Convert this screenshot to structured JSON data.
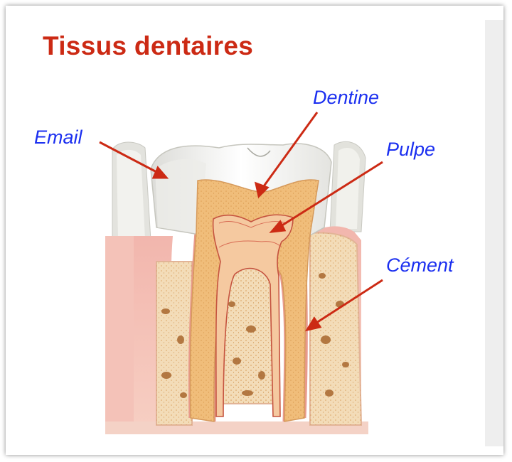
{
  "title": "Tissus dentaires",
  "labels": {
    "dentine": "Dentine",
    "email": "Email",
    "pulpe": "Pulpe",
    "cement": "Cément"
  },
  "colors": {
    "title": "#cc2a14",
    "label": "#1b2ff0",
    "arrow": "#cc2a14"
  }
}
